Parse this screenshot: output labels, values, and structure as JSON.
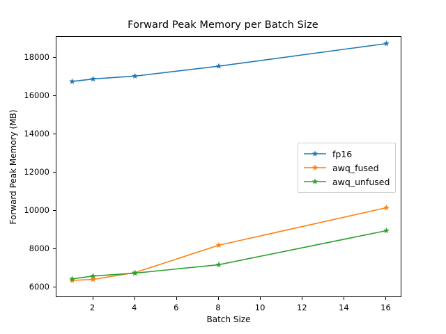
{
  "chart_data": {
    "type": "line",
    "title": "Forward Peak Memory per Batch Size",
    "xlabel": "Batch Size",
    "ylabel": "Forward Peak Memory (MB)",
    "x": [
      1,
      2,
      4,
      8,
      16
    ],
    "xlim": [
      0.25,
      16.75
    ],
    "ylim": [
      5440,
      19080
    ],
    "xticks": [
      2,
      4,
      6,
      8,
      10,
      12,
      14,
      16
    ],
    "xtick_labels": [
      "2",
      "4",
      "6",
      "8",
      "10",
      "12",
      "14",
      "16"
    ],
    "yticks": [
      6000,
      8000,
      10000,
      12000,
      14000,
      16000,
      18000
    ],
    "ytick_labels": [
      "6000",
      "8000",
      "10000",
      "12000",
      "14000",
      "16000",
      "18000"
    ],
    "grid": false,
    "marker": "star",
    "legend_position": "center right",
    "series": [
      {
        "name": "fp16",
        "color": "#1f77b4",
        "values": [
          16750,
          16880,
          17030,
          17550,
          18730
        ]
      },
      {
        "name": "awq_fused",
        "color": "#ff7f0e",
        "values": [
          6350,
          6400,
          6760,
          8190,
          10150
        ]
      },
      {
        "name": "awq_unfused",
        "color": "#2ca02c",
        "values": [
          6430,
          6580,
          6730,
          7170,
          8950
        ]
      }
    ]
  },
  "figure": {
    "background": "#ffffff",
    "axes_edge_color": "#000000"
  }
}
